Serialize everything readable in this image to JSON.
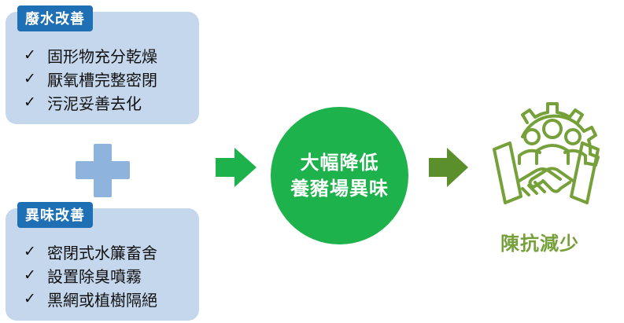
{
  "wastewater": {
    "title": "廢水改善",
    "items": [
      "固形物充分乾燥",
      "厭氧槽完整密閉",
      "污泥妥善去化"
    ]
  },
  "odor": {
    "title": "異味改善",
    "items": [
      "密閉式水簾畜舍",
      "設置除臭噴霧",
      "黑網或植樹隔絕"
    ]
  },
  "center": {
    "line1": "大幅降低",
    "line2": "養豬場異味"
  },
  "result": {
    "label": "陳抗減少",
    "icon": "gear-team-handshake-icon"
  },
  "check_glyph": "✓",
  "colors": {
    "panel": "#c5d7ec",
    "tag": "#1f6fb5",
    "plus": "#8eb3dc",
    "arrow1": "#1db24b",
    "circle": "#1db24b",
    "arrow2": "#5a8f2b",
    "result": "#75a03a"
  }
}
